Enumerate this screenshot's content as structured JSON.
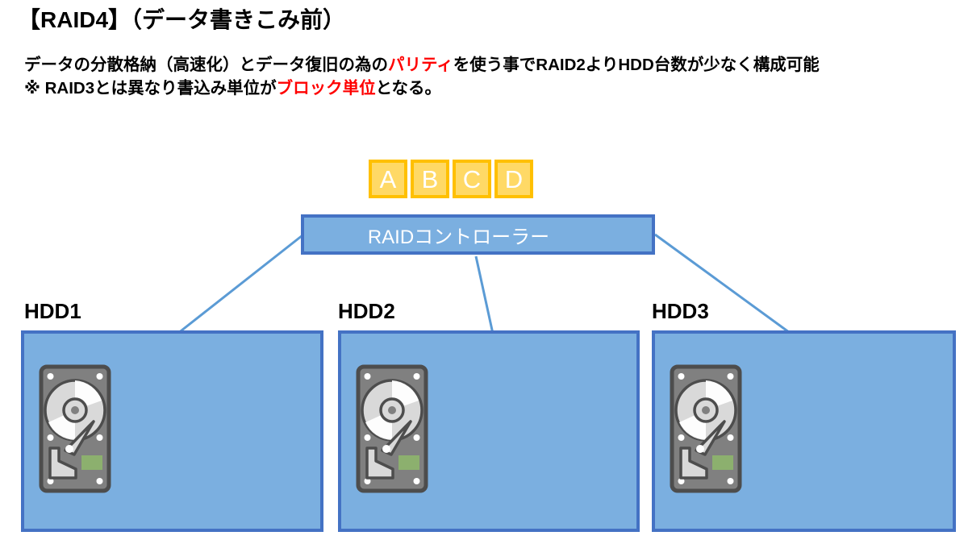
{
  "slide": {
    "title": "【RAID4】（データ書きこみ前）",
    "body_line1_pre": "データの分散格納（高速化）とデータ復旧の為の",
    "body_line1_hl": "パリティ",
    "body_line1_post": "を使う事でRAID2よりHDD台数が少なく構成可能",
    "body_line2_pre": "※ RAID3とは異なり書込み単位が",
    "body_line2_hl": "ブロック単位",
    "body_line2_post": "となる。"
  },
  "data_blocks": [
    {
      "label": "A"
    },
    {
      "label": "B"
    },
    {
      "label": "C"
    },
    {
      "label": "D"
    }
  ],
  "controller": {
    "label": "RAIDコントローラー"
  },
  "drives": [
    {
      "label": "HDD1"
    },
    {
      "label": "HDD2"
    },
    {
      "label": "HDD3"
    }
  ],
  "icons": {
    "hdd": "hard-disk-drive-icon"
  },
  "colors": {
    "block_fill": "#FFD966",
    "block_border": "#FFC000",
    "block_text": "#FFFFFF",
    "box_fill": "#7BAFE0",
    "box_border": "#4472C4",
    "connector": "#5B9BD5",
    "highlight_text": "#FF0000",
    "text": "#000000",
    "drive_body": "#808080",
    "drive_body_dark": "#4D4D4D",
    "platter": "#D9D9D9",
    "pcb_green": "#8CB06E"
  }
}
